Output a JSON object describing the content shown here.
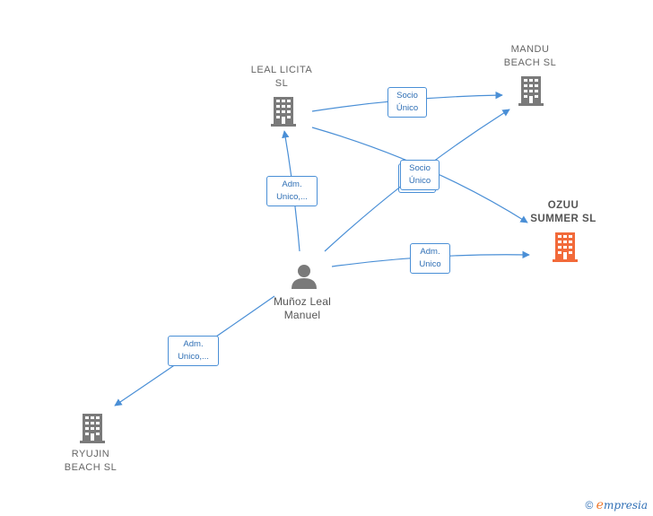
{
  "nodes": {
    "leal_licita": {
      "label_line1": "LEAL LICITA",
      "label_line2": "SL"
    },
    "mandu_beach": {
      "label_line1": "MANDU",
      "label_line2": "BEACH  SL"
    },
    "ozuu_summer": {
      "label_line1": "OZUU",
      "label_line2": "SUMMER  SL"
    },
    "person": {
      "label_line1": "Muñoz Leal",
      "label_line2": "Manuel"
    },
    "ryujin_beach": {
      "label_line1": "RYUJIN",
      "label_line2": "BEACH  SL"
    }
  },
  "edges": {
    "person_to_leal": {
      "line1": "Adm.",
      "line2": "Unico,..."
    },
    "leal_to_mandu": {
      "line1": "Socio",
      "line2": "Único"
    },
    "person_to_mandu_ozuu": {
      "line1": "Socio",
      "line2": "Único"
    },
    "person_to_ozuu": {
      "line1": "Adm.",
      "line2": "Unico"
    },
    "person_to_ryujin": {
      "line1": "Adm.",
      "line2": "Unico,..."
    }
  },
  "colors": {
    "edge": "#4a8fd6",
    "building_default": "#7a7a7a",
    "building_highlight": "#f26a3a",
    "person_icon": "#7a7a7a"
  },
  "footer": {
    "symbol": "©",
    "brand_initial": "e",
    "brand_rest": "mpresia"
  }
}
